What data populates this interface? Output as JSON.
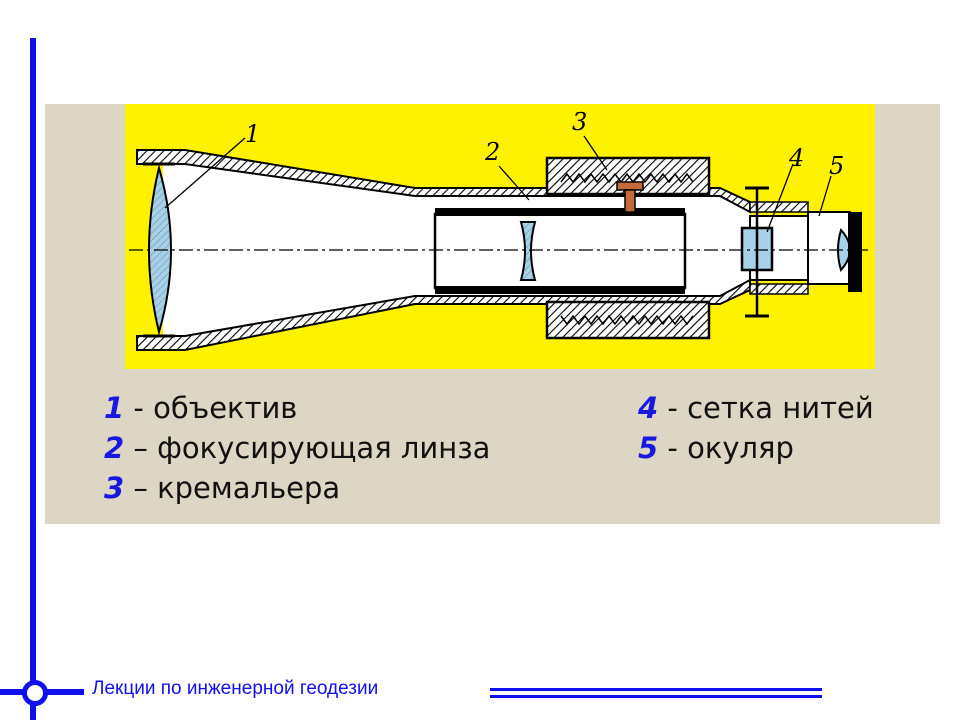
{
  "diagram": {
    "callouts": [
      "1",
      "2",
      "3",
      "4",
      "5"
    ],
    "colors": {
      "background": "#fff200",
      "lens": "#a8d0e6",
      "hatch": "#000000",
      "screw": "#c46a3a"
    }
  },
  "legend": {
    "items": [
      {
        "num": "1",
        "text": " - объектив"
      },
      {
        "num": "2",
        "text": " – фокусирующая линза"
      },
      {
        "num": "3",
        "text": " – кремальера"
      },
      {
        "num": "4",
        "text": " - сетка нитей"
      },
      {
        "num": "5",
        "text": " - окуляр"
      }
    ]
  },
  "footer": {
    "text": "Лекции по инженерной геодезии"
  }
}
